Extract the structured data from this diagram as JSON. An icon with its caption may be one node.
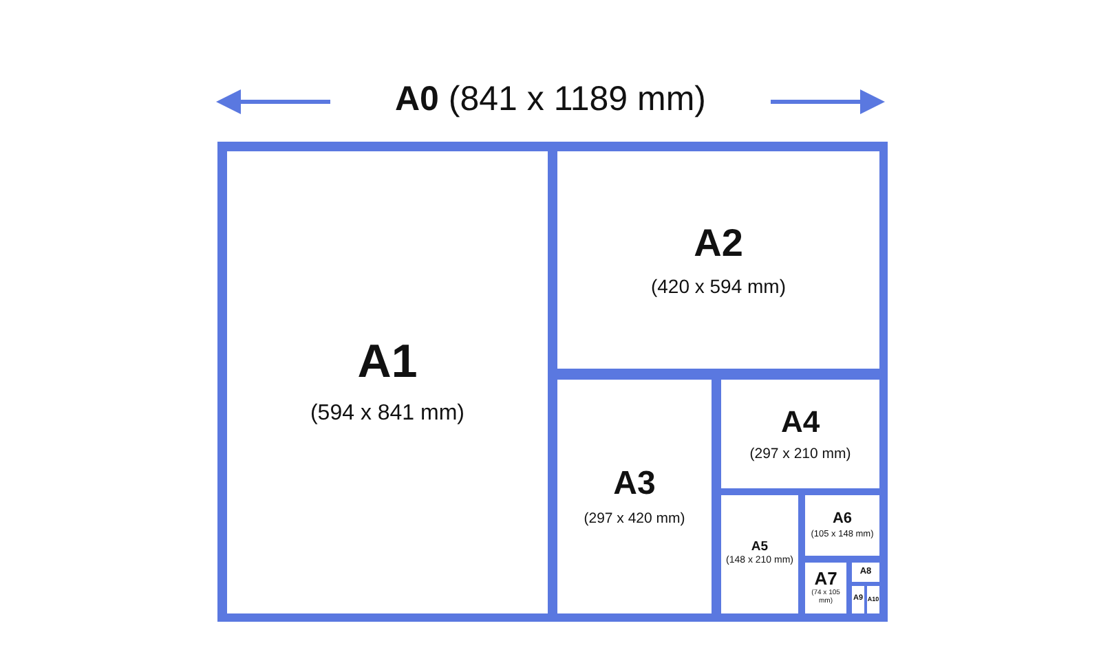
{
  "diagram": {
    "nodes": [
      {
        "text": [
          "**A0** (841 x 1189 mm)"
        ]
      },
      {
        "text": [
          "A1",
          "(594 x 841 mm)"
        ],
        "in": 0
      },
      {
        "text": [
          "A2",
          "(420 x 594 mm)"
        ],
        "in": 0
      },
      {
        "text": [
          "A3",
          "(297 x 420 mm)"
        ],
        "in": 0
      },
      {
        "text": [
          "A4",
          "(297 x 210 mm)"
        ],
        "in": 0
      },
      {
        "text": [
          "A5",
          "(148 x 210 mm)"
        ],
        "in": 0
      },
      {
        "text": [
          "A6",
          "(105 x 148 mm)"
        ],
        "in": 0
      },
      {
        "text": [
          "A7",
          "(74 x 105 mm)"
        ],
        "in": 0
      },
      {
        "text": [
          "A8"
        ],
        "in": 0
      },
      {
        "text": [
          "A9"
        ],
        "in": 0
      },
      {
        "text": [
          "A10"
        ],
        "in": 0
      }
    ]
  }
}
